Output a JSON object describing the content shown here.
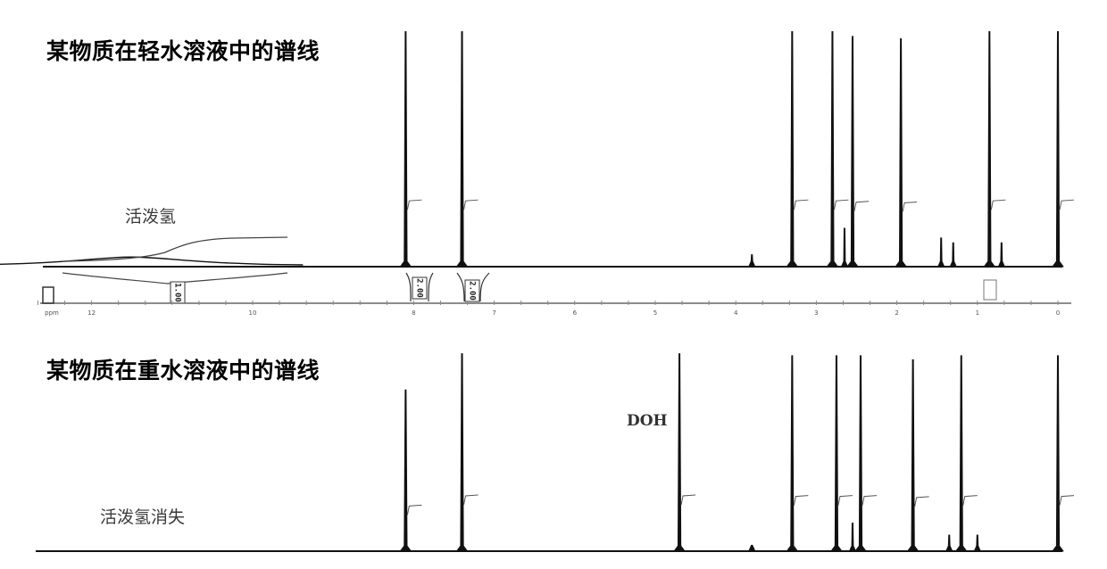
{
  "spectra": [
    {
      "title": "某物质在轻水溶液中的谱线",
      "annotations": {
        "active_h": "活泼氢"
      },
      "baseline_color": "#111111"
    },
    {
      "title": "某物质在重水溶液中的谱线",
      "annotations": {
        "active_h_vanished": "活泼氢消失",
        "doh": "DOH"
      },
      "baseline_color": "#111111"
    }
  ],
  "chart_data": [
    {
      "type": "line",
      "title": "某物质在轻水溶液中的谱线",
      "xlabel": "",
      "ylabel": "",
      "x_reversed": true,
      "xlim": [
        0,
        13
      ],
      "ylim": [
        0,
        1
      ],
      "x_tick_labels": [
        "ppm",
        "12",
        "10",
        "8",
        "7",
        "6",
        "5",
        "4",
        "3",
        "2",
        "1",
        "0"
      ],
      "peaks": [
        {
          "shift": 8.1,
          "height": 0.98
        },
        {
          "shift": 7.4,
          "height": 0.98
        },
        {
          "shift": 3.3,
          "height": 0.98
        },
        {
          "shift": 2.8,
          "height": 0.98
        },
        {
          "shift": 2.55,
          "height": 0.96
        },
        {
          "shift": 2.65,
          "height": 0.16
        },
        {
          "shift": 1.95,
          "height": 0.95
        },
        {
          "shift": 1.45,
          "height": 0.12
        },
        {
          "shift": 1.3,
          "height": 0.1
        },
        {
          "shift": 0.85,
          "height": 0.98
        },
        {
          "shift": 0.7,
          "height": 0.1
        },
        {
          "shift": 0.0,
          "height": 0.98
        },
        {
          "shift": 3.8,
          "height": 0.05
        }
      ],
      "broad_peaks": [
        {
          "center": 11.5,
          "width": 2.5,
          "height": 0.04,
          "label": "活泼氢"
        }
      ],
      "integrals": [
        {
          "region": "active_h",
          "value": "1.00"
        },
        {
          "region": "peak_8.1",
          "value": "2.00"
        },
        {
          "region": "peak_7.4",
          "value": "2.00"
        }
      ]
    },
    {
      "type": "line",
      "title": "某物质在重水溶液中的谱线",
      "xlabel": "",
      "ylabel": "",
      "x_reversed": true,
      "xlim": [
        0,
        13
      ],
      "ylim": [
        0,
        1
      ],
      "peaks": [
        {
          "shift": 8.1,
          "height": 0.8
        },
        {
          "shift": 7.4,
          "height": 0.98
        },
        {
          "shift": 4.7,
          "height": 0.98,
          "label": "DOH"
        },
        {
          "shift": 3.3,
          "height": 0.97
        },
        {
          "shift": 2.75,
          "height": 0.97
        },
        {
          "shift": 2.45,
          "height": 0.97
        },
        {
          "shift": 2.55,
          "height": 0.14
        },
        {
          "shift": 1.8,
          "height": 0.95
        },
        {
          "shift": 1.2,
          "height": 0.97
        },
        {
          "shift": 1.35,
          "height": 0.08
        },
        {
          "shift": 1.0,
          "height": 0.08
        },
        {
          "shift": 0.0,
          "height": 0.97
        },
        {
          "shift": 3.8,
          "height": 0.03
        }
      ],
      "broad_peaks": [],
      "annotations": [
        "活泼氢消失"
      ]
    }
  ]
}
